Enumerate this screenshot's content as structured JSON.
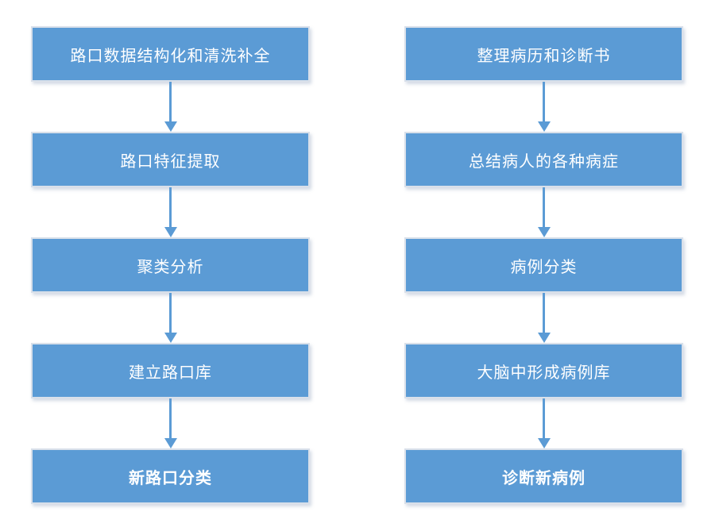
{
  "theme": {
    "background": "#ffffff",
    "box_fill": "#5b9bd5",
    "box_border": "#d9e0ea",
    "box_text": "#ffffff",
    "arrow_color": "#5b9bd5"
  },
  "flowchart": {
    "columns": [
      {
        "id": "intersection-pipeline",
        "steps": [
          {
            "label": "路口数据结构化和清洗补全",
            "emphasis": false
          },
          {
            "label": "路口特征提取",
            "emphasis": false
          },
          {
            "label": "聚类分析",
            "emphasis": false
          },
          {
            "label": "建立路口库",
            "emphasis": false
          },
          {
            "label": "新路口分类",
            "emphasis": true
          }
        ]
      },
      {
        "id": "medical-pipeline",
        "steps": [
          {
            "label": "整理病历和诊断书",
            "emphasis": false
          },
          {
            "label": "总结病人的各种病症",
            "emphasis": false
          },
          {
            "label": "病例分类",
            "emphasis": false
          },
          {
            "label": "大脑中形成病例库",
            "emphasis": false
          },
          {
            "label": "诊断新病例",
            "emphasis": true
          }
        ]
      }
    ]
  }
}
